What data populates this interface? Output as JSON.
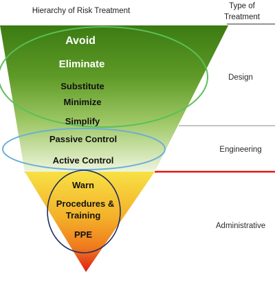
{
  "header": {
    "left_title": "Hierarchy of Risk Treatment",
    "right_title_line1": "Type of",
    "right_title_line2": "Treatment"
  },
  "levels": {
    "avoid": "Avoid",
    "eliminate": "Eliminate",
    "substitute": "Substitute",
    "minimize": "Minimize",
    "simplify": "Simplify",
    "passive_control": "Passive Control",
    "active_control": "Active Control",
    "warn": "Warn",
    "procedures_line1": "Procedures &",
    "procedures_line2": "Training",
    "ppe": "PPE"
  },
  "categories": {
    "design": "Design",
    "engineering": "Engineering",
    "administrative": "Administrative"
  },
  "colors": {
    "top_green": "#3b7b12",
    "mid_green": "#a9cf76",
    "pale_green": "#eef5dc",
    "orange_top": "#f4d01e",
    "orange_mid": "#f39a1c",
    "red_tip": "#e01e18",
    "green_ellipse": "#5bbf5a",
    "blue_ellipse": "#6baed6",
    "navy_ellipse": "#1f2d5c",
    "red_line": "#e3170d"
  }
}
